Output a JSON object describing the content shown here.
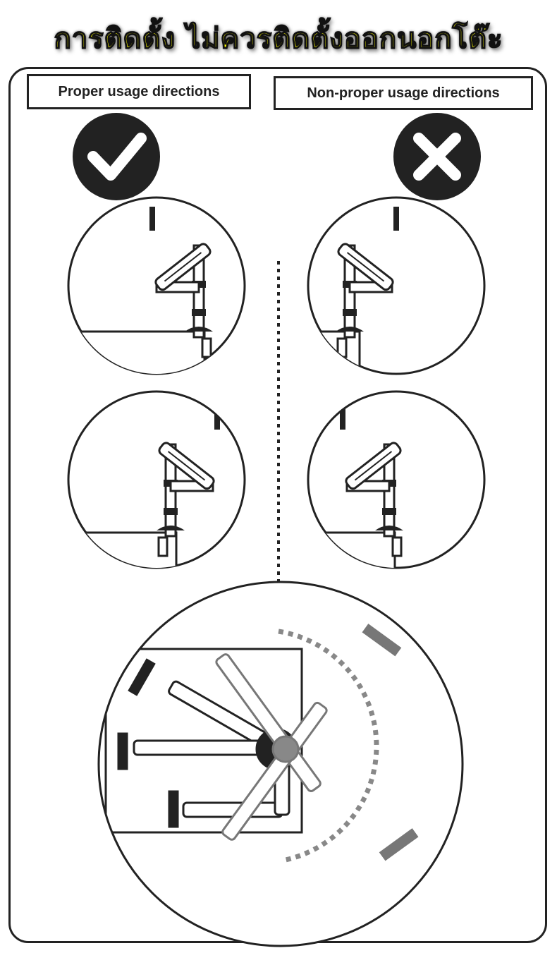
{
  "title": "การติดตั้ง ไม่ควรติดตั้งออกนอกโต๊ะ",
  "proper_label": "Proper usage directions",
  "non_proper_label": "Non-proper usage directions",
  "icons": {
    "proper": "check-icon",
    "non_proper": "cross-icon"
  },
  "colors": {
    "title": "#ffff00",
    "ink": "#222222"
  }
}
